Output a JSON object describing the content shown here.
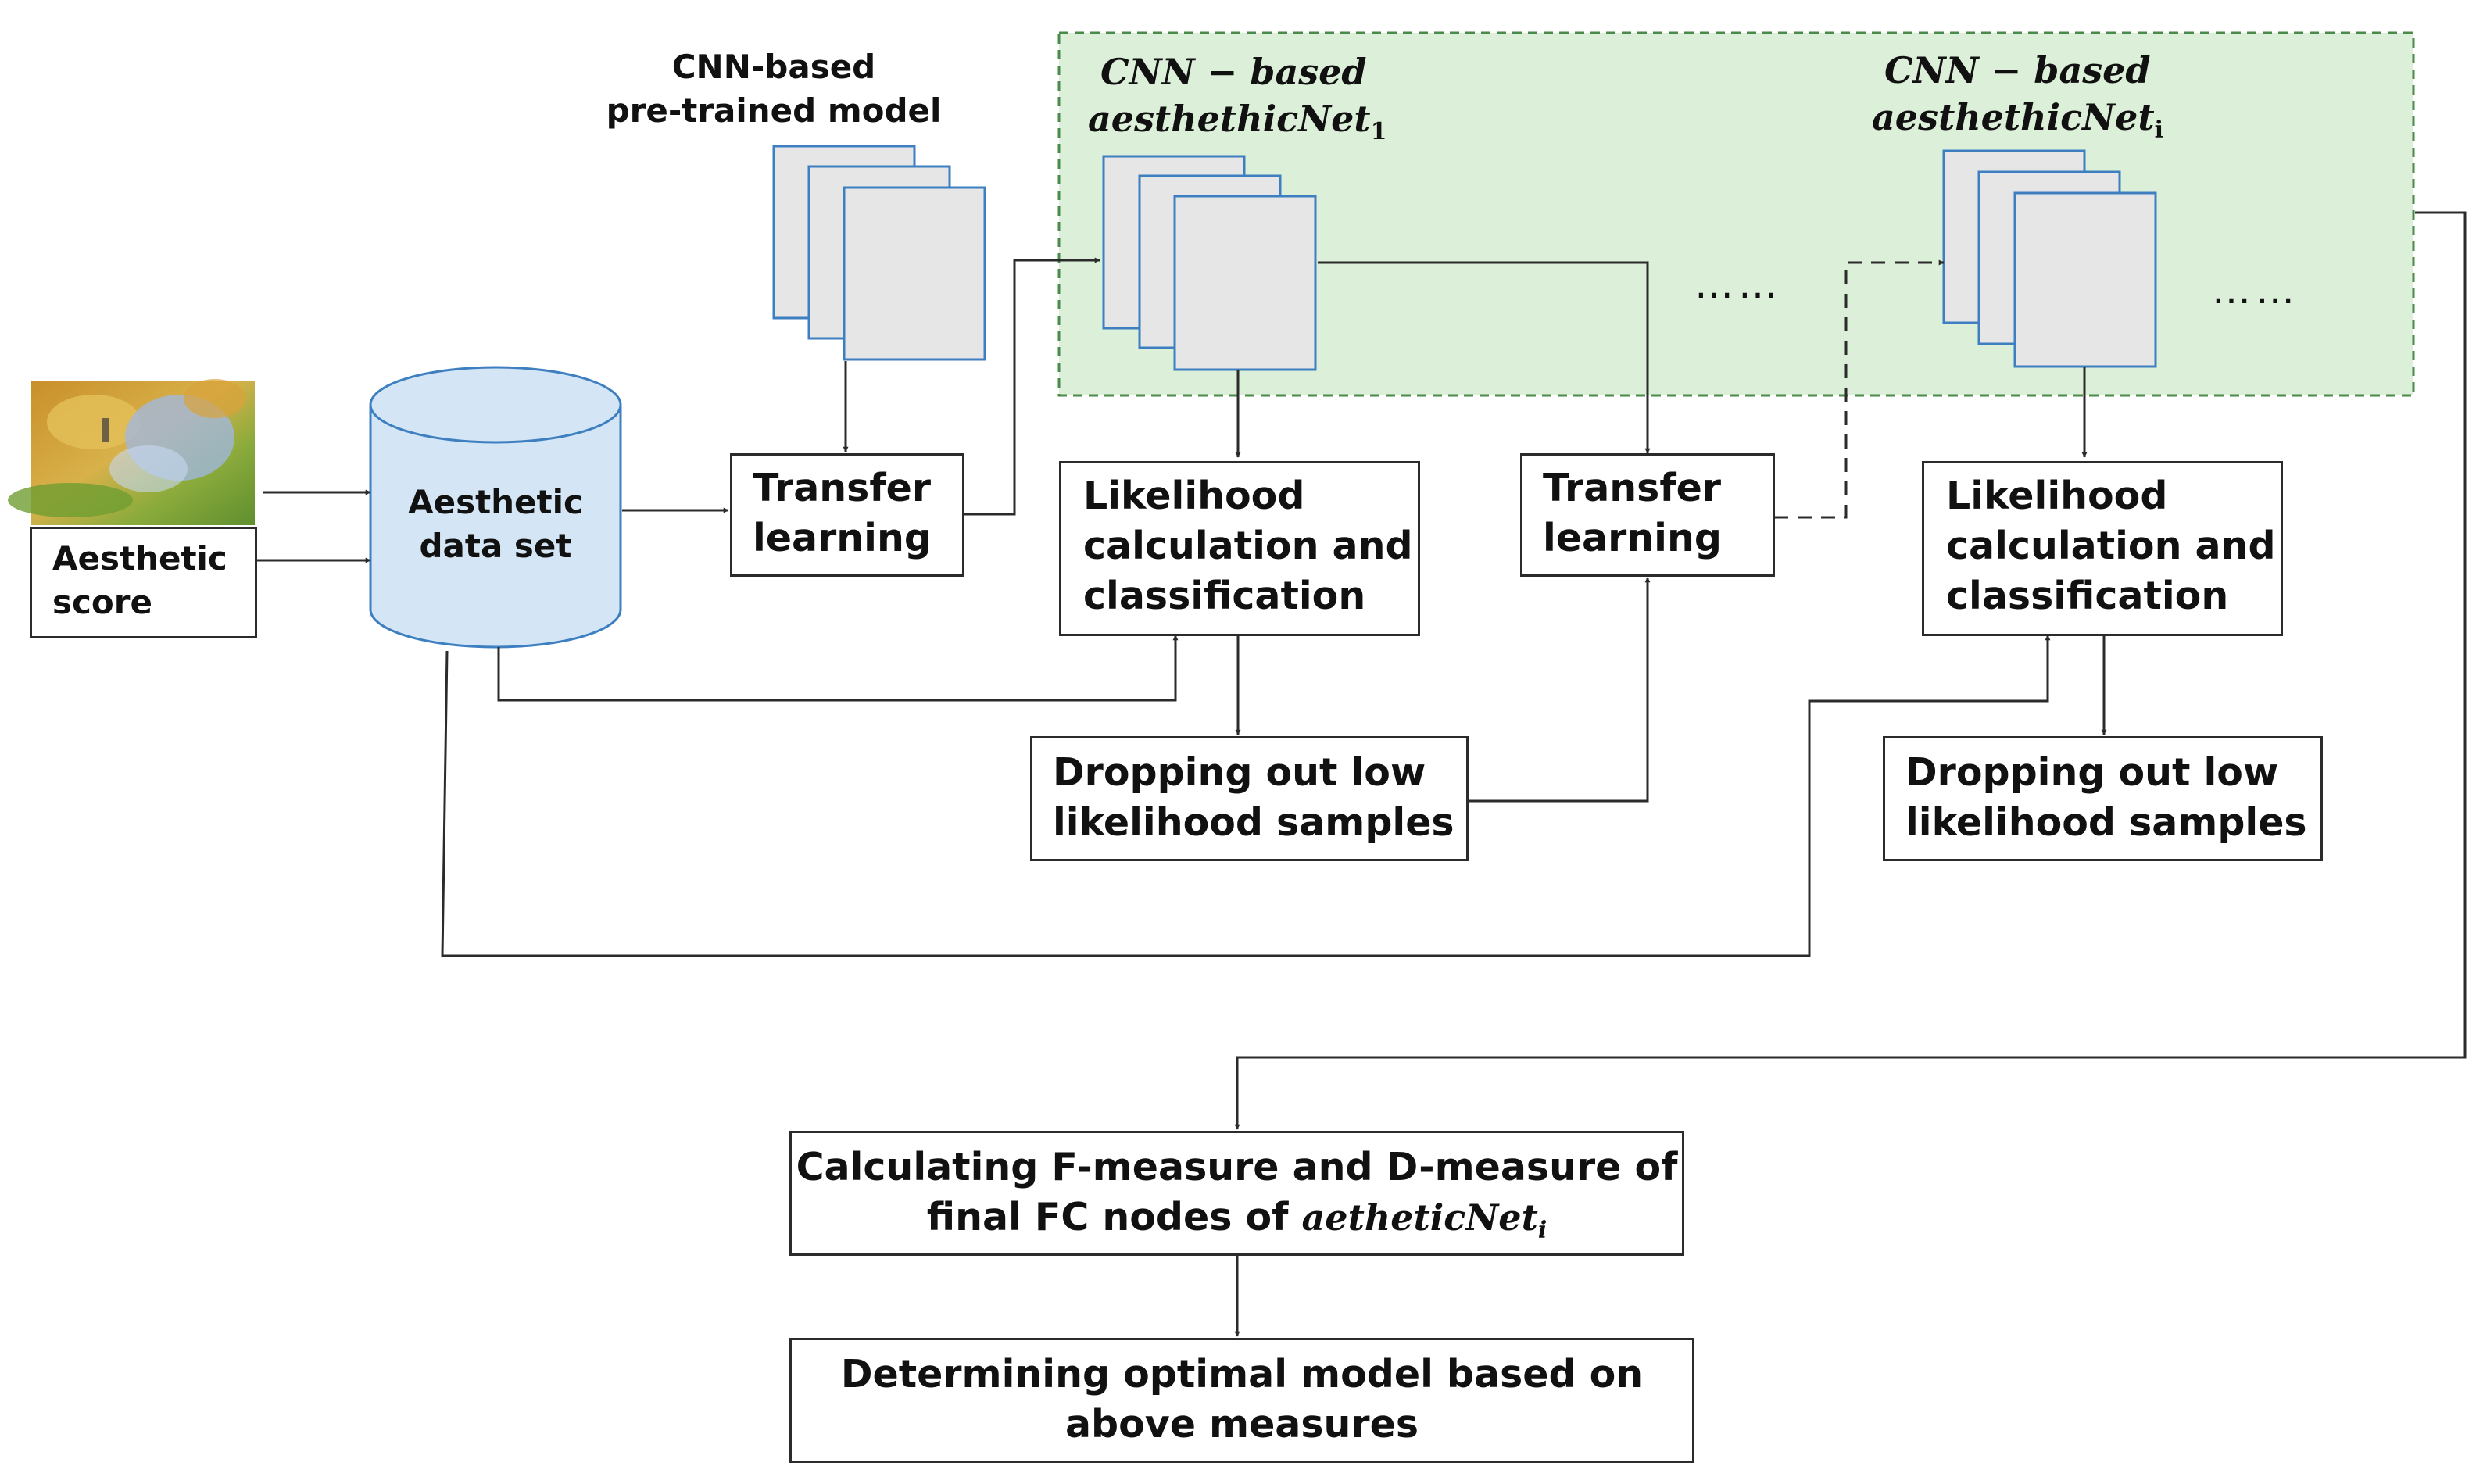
{
  "input": {
    "score_label": [
      "Aesthetic",
      "score"
    ]
  },
  "dataset": {
    "label": [
      "Aesthetic",
      "data set"
    ]
  },
  "pretrained": {
    "label": [
      "CNN-based",
      "pre-trained model"
    ]
  },
  "green_region": {
    "fill": "#dcefd9",
    "border": "#4a8a4a",
    "net1": {
      "line1": "CNN − based",
      "line2_main": "aesthethicNet",
      "line2_sub": "1"
    },
    "neti": {
      "line1": "CNN − based",
      "line2_main": "aesthethicNet",
      "line2_sub": "i"
    }
  },
  "boxes": {
    "transfer1": [
      "Transfer",
      "learning"
    ],
    "likelihood1": [
      "Likelihood",
      "calculation and",
      "classification"
    ],
    "dropping1": [
      "Dropping out low",
      "likelihood samples"
    ],
    "transfer2": [
      "Transfer",
      "learning"
    ],
    "likelihood2": [
      "Likelihood",
      "calculation and",
      "classification"
    ],
    "dropping2": [
      "Dropping out low",
      "likelihood samples"
    ],
    "calculating": {
      "line1": "Calculating F-measure and D-measure of",
      "line2_prefix": "final FC nodes of",
      "line2_math": "aetheticNet",
      "line2_sub": "i"
    },
    "determining": [
      "Determining optimal model based on",
      "above measures"
    ]
  },
  "ellipses": [
    "……",
    "……"
  ],
  "colors": {
    "layer_fill": "#e6e6e6",
    "layer_border": "#3d7fc0",
    "cylinder_fill": "#d4e6f5",
    "cylinder_border": "#3d7fc0",
    "edge": "#2b2b2b"
  }
}
